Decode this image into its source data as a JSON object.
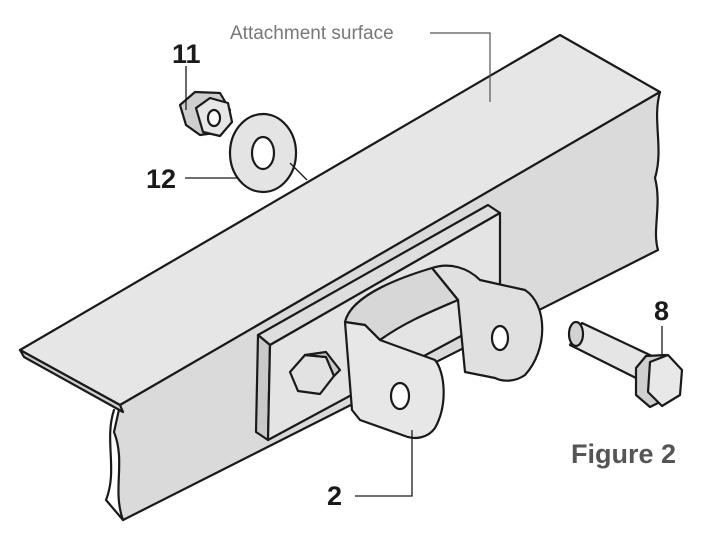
{
  "labels": {
    "attachment_surface": "Attachment surface",
    "part_11": "11",
    "part_12": "12",
    "part_8": "8",
    "part_2": "2",
    "figure": "Figure 2"
  },
  "colors": {
    "line": "#1a1a1a",
    "fill_light": "#e3e3e3",
    "fill_mid": "#d0d0d0",
    "caption": "#777777",
    "figure": "#555555"
  }
}
